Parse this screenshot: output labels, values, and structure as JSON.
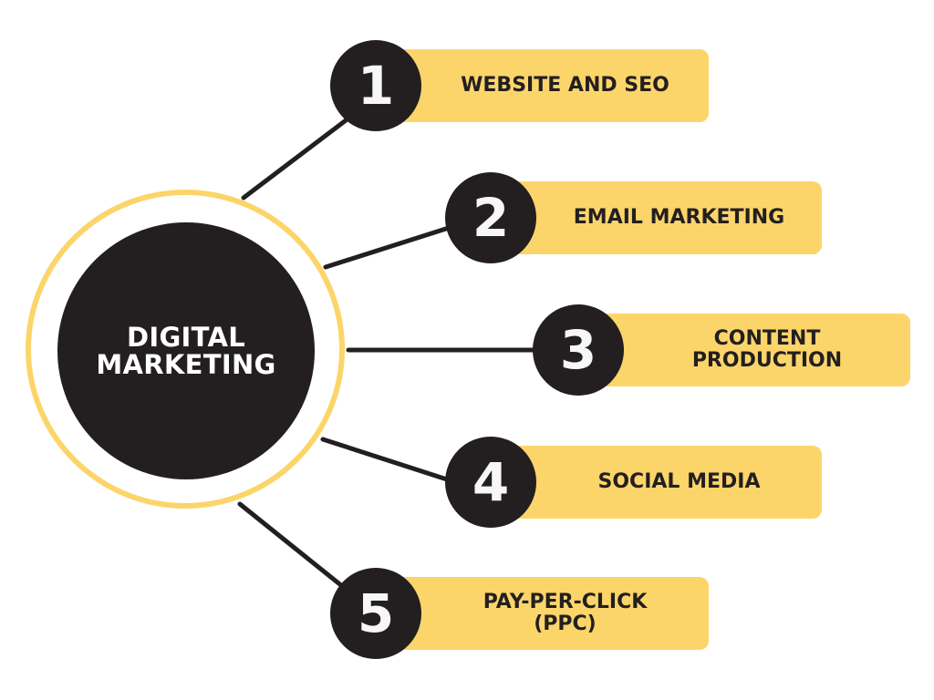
{
  "colors": {
    "accent": "#fcd56a",
    "dark": "#231f20",
    "background": "#ffffff",
    "number_text": "#f7f7f7"
  },
  "hub": {
    "line1": "DIGITAL",
    "line2": "MARKETING"
  },
  "items": [
    {
      "number": "1",
      "line1": "WEBSITE AND SEO",
      "line2": ""
    },
    {
      "number": "2",
      "line1": "EMAIL MARKETING",
      "line2": ""
    },
    {
      "number": "3",
      "line1": "CONTENT",
      "line2": "PRODUCTION"
    },
    {
      "number": "4",
      "line1": "SOCIAL MEDIA",
      "line2": ""
    },
    {
      "number": "5",
      "line1": "PAY-PER-CLICK",
      "line2": "(PPC)"
    }
  ]
}
